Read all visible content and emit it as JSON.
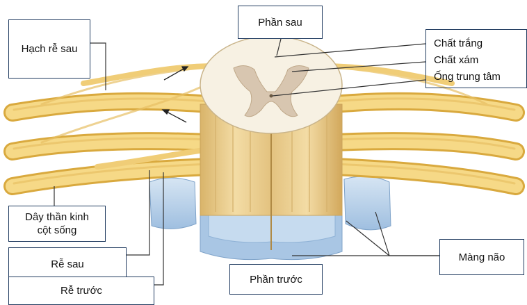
{
  "labels": {
    "dorsal_root_ganglion": "Hạch rễ sau",
    "posterior": "Phần sau",
    "white_matter": "Chất trắng",
    "gray_matter": "Chất xám",
    "central_canal": "Ống trung tâm",
    "spinal_nerve_line1": "Dây thần kinh",
    "spinal_nerve_line2": "cột sống",
    "dorsal_root": "Rễ sau",
    "ventral_root": "Rễ trước",
    "anterior": "Phần trước",
    "meninges": "Màng não"
  },
  "colors": {
    "nerve": "#f3d27c",
    "nerve_dark": "#d9a93e",
    "white_matter": "#f7f1e3",
    "gray_matter": "#d8c6b0",
    "cord_body": "#e9cd8e",
    "meninges": "#b9d2ea",
    "meninges_dark": "#8fb2d6",
    "box_border": "#1f3a5f",
    "leader": "#333333"
  }
}
